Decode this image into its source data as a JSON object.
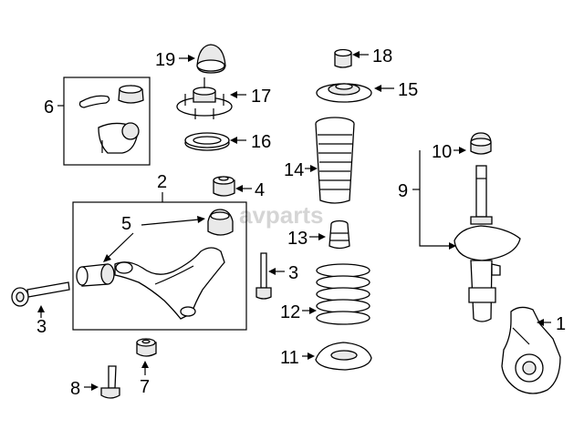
{
  "watermark": "avparts",
  "callouts": {
    "c1": "1",
    "c2": "2",
    "c3a": "3",
    "c3b": "3",
    "c4": "4",
    "c5": "5",
    "c6": "6",
    "c7": "7",
    "c8": "8",
    "c9": "9",
    "c10": "10",
    "c11": "11",
    "c12": "12",
    "c13": "13",
    "c14": "14",
    "c15": "15",
    "c16": "16",
    "c17": "17",
    "c18": "18",
    "c19": "19"
  },
  "parts": [
    "steering-knuckle",
    "lower-control-arm",
    "bolt",
    "nut",
    "bushing",
    "ball-joint-kit",
    "nut",
    "bolt",
    "strut-assembly",
    "nut",
    "spring-insulator",
    "coil-spring",
    "bump-stop",
    "dust-boot",
    "spring-seat",
    "bearing",
    "strut-mount",
    "bushing",
    "cap"
  ]
}
